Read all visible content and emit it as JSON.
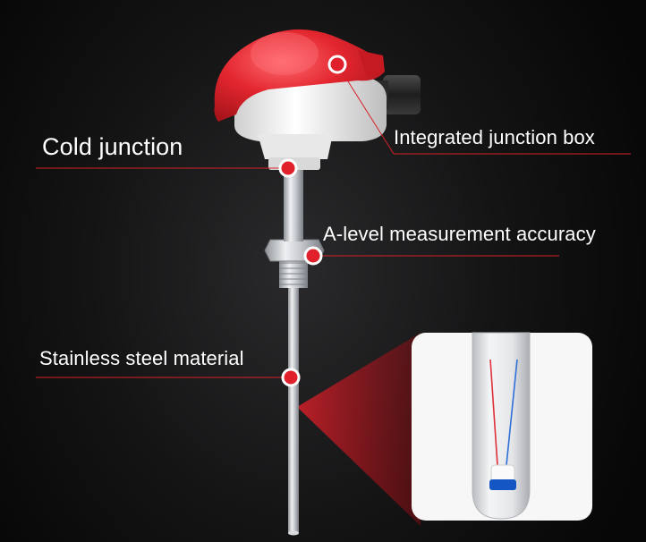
{
  "callouts": {
    "cold_junction": "Cold junction",
    "junction_box": "Integrated junction box",
    "accuracy": "A-level measurement accuracy",
    "material": "Stainless steel material"
  },
  "colors": {
    "background": "#0c0c0d",
    "accent_red": "#e0202a",
    "cap_red": "#e3262f",
    "housing_white": "#f1f1f1",
    "steel": "#c9ccd0",
    "wire_red": "#e0303a",
    "wire_blue": "#2f6fd8",
    "sensor_blue": "#1457c4"
  }
}
